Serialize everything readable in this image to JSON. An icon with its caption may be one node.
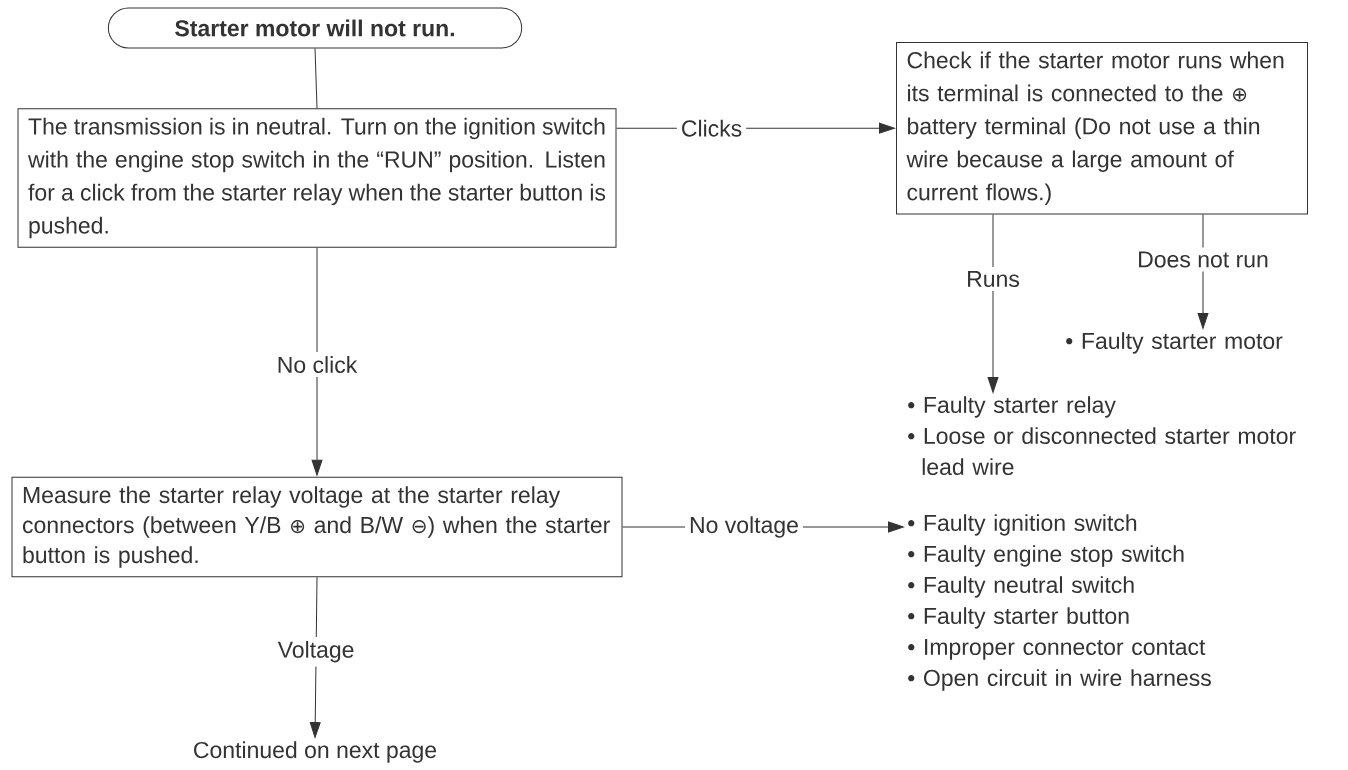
{
  "diagram": {
    "nodes": [
      {
        "text": [
          "Starter motor will not run."
        ]
      },
      {
        "text": [
          "The transmission is in neutral. Turn on the ignition switch with the engine stop switch in the “RUN” position. Listen for a click from the starter relay when the starter button is pushed."
        ]
      },
      {
        "text": [
          "Check if the starter motor runs when its terminal is connected to the ⊕ battery terminal (Do not use a thin wire because a large amount of current flows.)"
        ]
      },
      {
        "text": [
          "• Faulty starter motor"
        ]
      },
      {
        "text": [
          "• Faulty starter relay",
          "• Loose or disconnected starter motor lead wire"
        ]
      },
      {
        "text": [
          "Measure the starter relay voltage at the starter relay connectors (between Y/B ⊕ and B/W ⊖) when the starter button is pushed."
        ]
      },
      {
        "text": [
          "• Faulty ignition switch",
          "• Faulty engine stop switch",
          "• Faulty neutral switch",
          "• Faulty starter button",
          "• Improper connector contact",
          "• Open circuit in wire harness"
        ]
      },
      {
        "text": [
          "Continued on next page"
        ]
      }
    ],
    "edges": [
      {
        "from": 0,
        "to": 1,
        "arrow": "none"
      },
      {
        "from": 1,
        "to": 2,
        "arrow": "to",
        "label": "Clicks"
      },
      {
        "from": 1,
        "to": 5,
        "arrow": "to",
        "label": "No click"
      },
      {
        "from": 2,
        "to": 4,
        "arrow": "to",
        "label": "Runs"
      },
      {
        "from": 2,
        "to": 3,
        "arrow": "to",
        "label": "Does not run"
      },
      {
        "from": 5,
        "to": 6,
        "arrow": "to",
        "label": "No voltage"
      },
      {
        "from": 5,
        "to": 7,
        "arrow": "to",
        "label": "Voltage"
      }
    ]
  }
}
